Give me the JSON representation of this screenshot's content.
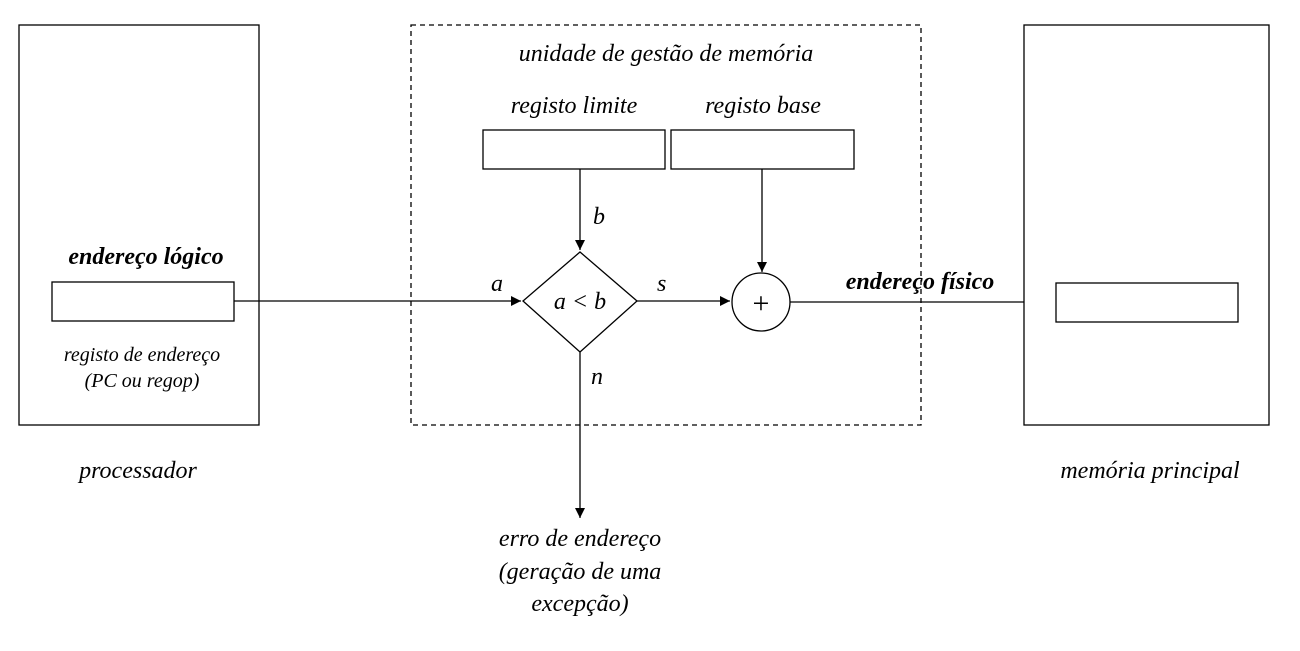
{
  "processor": {
    "caption": "processador",
    "logical_address_label": "endereço lógico",
    "address_register_label_1": "registo de endereço",
    "address_register_label_2": "(PC ou regop)"
  },
  "mmu": {
    "title": "unidade de gestão de memória",
    "limit_register_label": "registo limite",
    "base_register_label": "registo base",
    "comparator_label": "a < b",
    "adder_symbol": "+",
    "input_a": "a",
    "input_b": "b",
    "output_s": "s",
    "output_n": "n"
  },
  "physical_address_label": "endereço físico",
  "memory": {
    "caption": "memória principal"
  },
  "error": {
    "line1": "erro de endereço",
    "line2": "(geração de uma",
    "line3": "excepção)"
  }
}
